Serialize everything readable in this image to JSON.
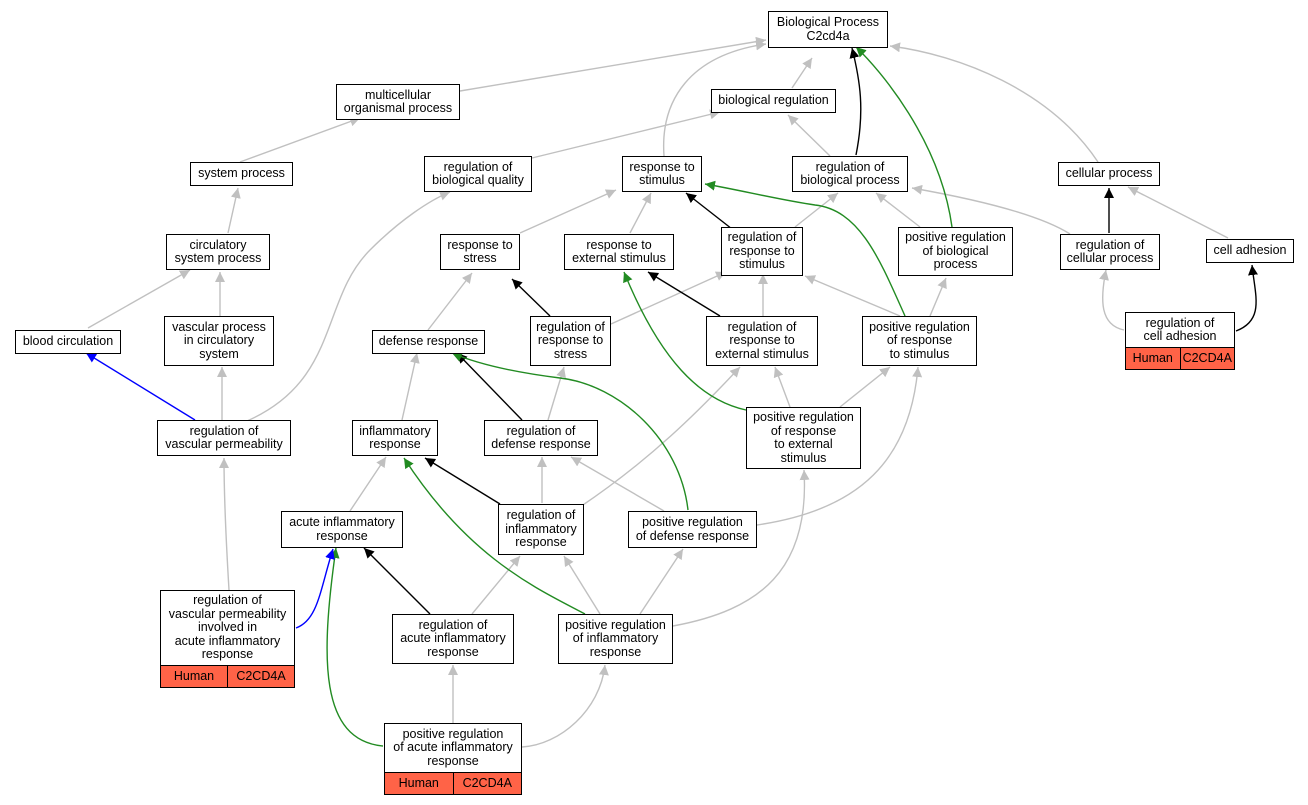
{
  "colors": {
    "is_a": "#c0c0c0",
    "regulates": "#000000",
    "positively_regulates": "#228b22",
    "part_of": "#0000ff",
    "annotation_tag": "#ff6347"
  },
  "nodes": [
    {
      "id": "bp",
      "label": "Biological Process\nC2cd4a"
    },
    {
      "id": "mop",
      "label": "multicellular\norganismal process"
    },
    {
      "id": "breg",
      "label": "biological regulation"
    },
    {
      "id": "sysproc",
      "label": "system process"
    },
    {
      "id": "rbq",
      "label": "regulation of\nbiological quality"
    },
    {
      "id": "rts",
      "label": "response to\nstimulus"
    },
    {
      "id": "rbp",
      "label": "regulation of\nbiological process"
    },
    {
      "id": "cellproc",
      "label": "cellular process"
    },
    {
      "id": "csp",
      "label": "circulatory\nsystem process"
    },
    {
      "id": "rtstress",
      "label": "response to\nstress"
    },
    {
      "id": "rtes",
      "label": "response to\nexternal stimulus"
    },
    {
      "id": "rrts",
      "label": "regulation of\nresponse to\nstimulus"
    },
    {
      "id": "prbp",
      "label": "positive regulation\nof biological\nprocess"
    },
    {
      "id": "rcp",
      "label": "regulation of\ncellular process"
    },
    {
      "id": "celladh",
      "label": "cell adhesion"
    },
    {
      "id": "bloodcirc",
      "label": "blood circulation"
    },
    {
      "id": "vpcs",
      "label": "vascular process\nin circulatory\nsystem"
    },
    {
      "id": "defresp",
      "label": "defense response"
    },
    {
      "id": "rrtstress",
      "label": "regulation of\nresponse to\nstress"
    },
    {
      "id": "rrtes",
      "label": "regulation of\nresponse to\nexternal stimulus"
    },
    {
      "id": "prrts",
      "label": "positive regulation\nof response\nto stimulus"
    },
    {
      "id": "rca",
      "label": "regulation of\ncell adhesion",
      "tags": [
        "Human",
        "C2CD4A"
      ]
    },
    {
      "id": "rvp",
      "label": "regulation of\nvascular permeability"
    },
    {
      "id": "inflresp",
      "label": "inflammatory\nresponse"
    },
    {
      "id": "rdr",
      "label": "regulation of\ndefense response"
    },
    {
      "id": "prrtes",
      "label": "positive regulation\nof response\nto external\nstimulus"
    },
    {
      "id": "acuteinfl",
      "label": "acute inflammatory\nresponse"
    },
    {
      "id": "rinfl",
      "label": "regulation of\ninflammatory\nresponse"
    },
    {
      "id": "prdr",
      "label": "positive regulation\nof defense response"
    },
    {
      "id": "rvpair",
      "label": "regulation of\nvascular permeability\ninvolved in\nacute inflammatory\nresponse",
      "tags": [
        "Human",
        "C2CD4A"
      ]
    },
    {
      "id": "rair",
      "label": "regulation of\nacute inflammatory\nresponse"
    },
    {
      "id": "prir",
      "label": "positive regulation\nof inflammatory\nresponse"
    },
    {
      "id": "prair",
      "label": "positive regulation\nof acute inflammatory\nresponse",
      "tags": [
        "Human",
        "C2CD4A"
      ]
    }
  ]
}
